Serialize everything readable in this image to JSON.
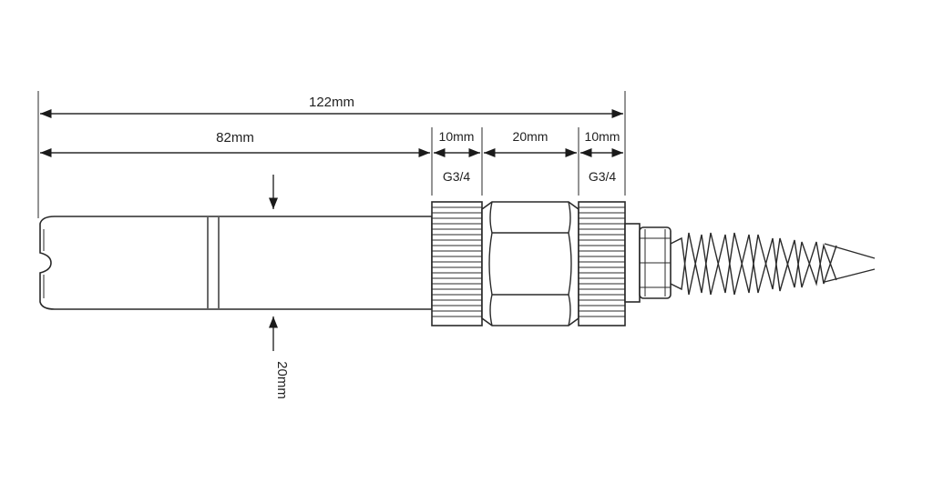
{
  "dimensions": {
    "overall": "122mm",
    "probe_length": "82mm",
    "thread_front_width": "10mm",
    "hex_width": "20mm",
    "thread_rear_width": "10mm",
    "diameter": "20mm"
  },
  "threads": {
    "front": "G3/4",
    "rear": "G3/4"
  },
  "colors": {
    "line": "#2a2a2a",
    "background": "#ffffff"
  }
}
